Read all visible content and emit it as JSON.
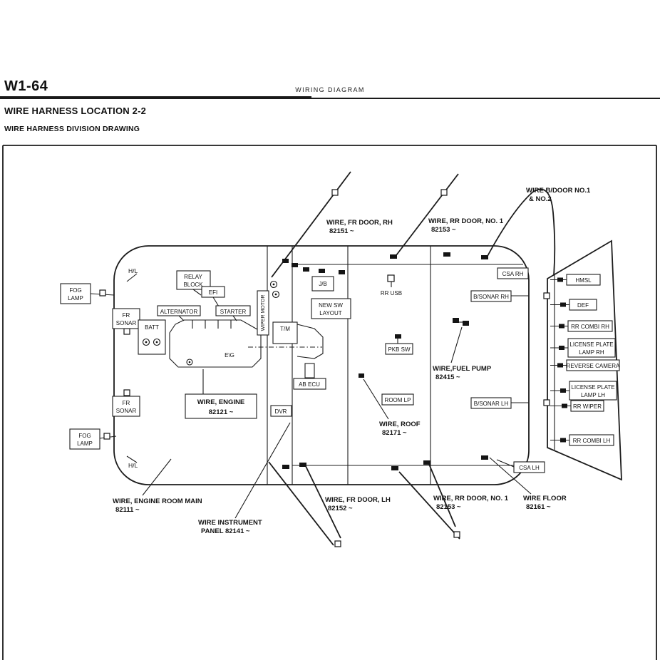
{
  "header": {
    "page_code": "W1-64",
    "doc_title": "WIRING DIAGRAM",
    "section_title": "WIRE HARNESS LOCATION 2-2",
    "subsection_title": "WIRE HARNESS DIVISION DRAWING"
  },
  "engine_room": {
    "hl_top": "H/L",
    "hl_bottom": "H/L",
    "fog_lamp_top": [
      "FOG",
      "LAMP"
    ],
    "fog_lamp_bottom": [
      "FOG",
      "LAMP"
    ],
    "fr_sonar_top": [
      "FR",
      "SONAR"
    ],
    "fr_sonar_bottom": [
      "FR",
      "SONAR"
    ],
    "relay_block": [
      "RELAY",
      "BLOCK"
    ],
    "efi": "EFI",
    "alternator": "ALTERNATOR",
    "starter": "STARTER",
    "batt": "BATT",
    "engine": "E\\G",
    "wiper_motor": "WIPER MOTOR",
    "tm": "T/M",
    "jb": "J/B",
    "new_sw_layout": [
      "NEW SW",
      "LAYOUT"
    ],
    "ab_ecu": "AB ECU",
    "dvr": "DVR"
  },
  "cabin": {
    "rr_usb": "RR USB",
    "pkb_sw": "PKB SW",
    "room_lp": "ROOM LP",
    "csa_rh": "CSA RH",
    "csa_lh": "CSA LH",
    "b_sonar_rh": "B/SONAR RH",
    "b_sonar_lh": "B/SONAR LH"
  },
  "back_door": {
    "hmsl": "HMSL",
    "def": "DEF",
    "rr_combi_rh": "RR COMBI RH",
    "license_plate_lamp_rh": [
      "LICENSE PLATE",
      "LAMP RH"
    ],
    "reverse_camera": "REVERSE CAMERA",
    "license_plate_lamp_lh": [
      "LICENSE PLATE",
      "LAMP LH"
    ],
    "rr_wiper": "RR WIPER",
    "rr_combi_lh": "RR COMBI LH"
  },
  "harness_labels": {
    "fr_door_rh": [
      "WIRE, FR DOOR, RH",
      "82151 ~"
    ],
    "rr_door_no1_top": [
      "WIRE, RR DOOR, NO. 1",
      "82153 ~"
    ],
    "b_door": [
      "WIRE B/DOOR NO.1",
      "& NO.2"
    ],
    "wire_engine": [
      "WIRE, ENGINE",
      "82121 ~"
    ],
    "fuel_pump": [
      "WIRE,FUEL PUMP",
      "82415 ~"
    ],
    "roof": [
      "WIRE, ROOF",
      "82171 ~"
    ],
    "engine_room_main": [
      "WIRE, ENGINE ROOM MAIN",
      "82111 ~"
    ],
    "instrument_panel": [
      "WIRE INSTRUMENT",
      "PANEL 82141 ~"
    ],
    "fr_door_lh": [
      "WIRE, FR DOOR, LH",
      "82152 ~"
    ],
    "rr_door_no1_bottom": [
      "WIRE, RR DOOR, NO. 1",
      "82153 ~"
    ],
    "floor": [
      "WIRE FLOOR",
      "82161 ~"
    ]
  }
}
